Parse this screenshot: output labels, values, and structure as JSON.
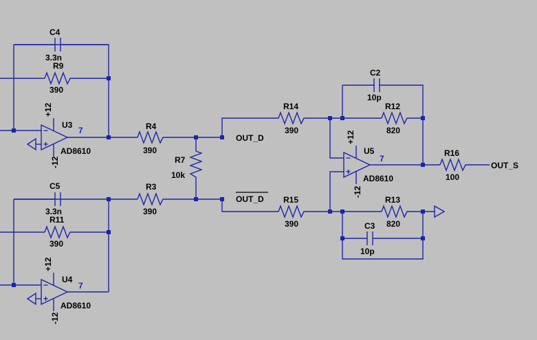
{
  "components": {
    "c4": {
      "ref": "C4",
      "value": "3.3n"
    },
    "r9": {
      "ref": "R9",
      "value": "390"
    },
    "u3": {
      "ref": "U3",
      "part": "AD8610",
      "pin": "7",
      "vpos": "+12",
      "vneg": "-12"
    },
    "r4": {
      "ref": "R4",
      "value": "390"
    },
    "r7": {
      "ref": "R7",
      "value": "10k"
    },
    "r3": {
      "ref": "R3",
      "value": "390"
    },
    "c5": {
      "ref": "C5",
      "value": "3.3n"
    },
    "r11": {
      "ref": "R11",
      "value": "390"
    },
    "u4": {
      "ref": "U4",
      "part": "AD8610",
      "pin": "7",
      "vpos": "+12",
      "vneg": "-12"
    },
    "r14": {
      "ref": "R14",
      "value": "390"
    },
    "r15": {
      "ref": "R15",
      "value": "390"
    },
    "c2": {
      "ref": "C2",
      "value": "10p"
    },
    "r12": {
      "ref": "R12",
      "value": "820"
    },
    "u5": {
      "ref": "U5",
      "part": "AD8610",
      "pin": "7",
      "vpos": "+12",
      "vneg": "-12"
    },
    "r13": {
      "ref": "R13",
      "value": "820"
    },
    "c3": {
      "ref": "C3",
      "value": "10p"
    },
    "r16": {
      "ref": "R16",
      "value": "100"
    }
  },
  "nets": {
    "out_d": "OUT_D",
    "out_d_bar": "OUT_D",
    "out_s": "OUT_S"
  },
  "colors": {
    "background": "#c0c0c0",
    "wire": "#1e24a8",
    "text": "#000000"
  }
}
